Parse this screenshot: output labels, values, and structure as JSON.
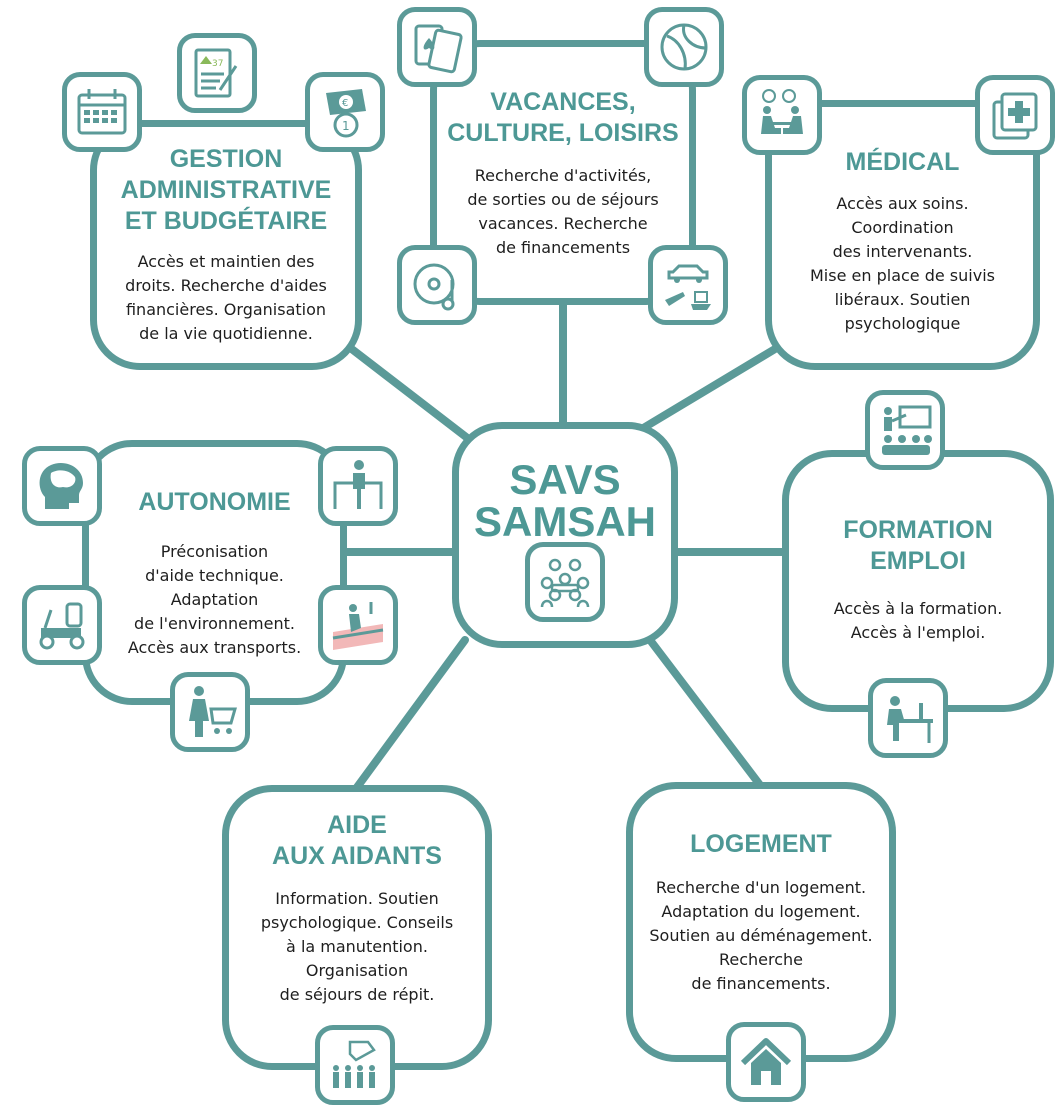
{
  "center": {
    "title": "SAVS\nSAMSAH"
  },
  "nodes": {
    "gestion": {
      "title": "GESTION\nADMINISTRATIVE\nET BUDGÉTAIRE",
      "desc": "Accès et maintien des\ndroits. Recherche d'aides\nfinancières. Organisation\nde la vie quotidienne."
    },
    "vacances": {
      "title": "VACANCES,\nCULTURE, LOISIRS",
      "desc": "Recherche d'activités,\nde sorties ou de séjours\nvacances. Recherche\nde financements"
    },
    "medical": {
      "title": "MÉDICAL",
      "desc": "Accès aux soins.\nCoordination\ndes intervenants.\nMise en place de suivis\nlibéraux. Soutien\npsychologique"
    },
    "autonomie": {
      "title": "AUTONOMIE",
      "desc": "Préconisation\nd'aide technique.\nAdaptation\nde l'environnement.\nAccès aux transports."
    },
    "formation": {
      "title": "FORMATION\nEMPLOI",
      "desc": "Accès à la formation.\nAccès à l'emploi."
    },
    "aidants": {
      "title": "AIDE\nAUX AIDANTS",
      "desc": "Information. Soutien\npsychologique. Conseils\nà la manutention.\nOrganisation\nde séjours de répit."
    },
    "logement": {
      "title": "LOGEMENT",
      "desc": "Recherche d'un logement.\nAdaptation du logement.\nSoutien au déménagement.\nRecherche\nde financements."
    }
  },
  "icons": {
    "badge_number": "37",
    "names": [
      "calendar-icon",
      "document-pen-icon",
      "currency-icon",
      "playing-cards-icon",
      "beach-ball-icon",
      "music-disc-icon",
      "travel-icon",
      "consultation-icon",
      "medical-kit-icon",
      "brain-icon",
      "walking-frame-icon",
      "mobility-scooter-icon",
      "stair-lift-icon",
      "shopping-cart-icon",
      "training-icon",
      "office-worker-icon",
      "meeting-group-icon",
      "family-hands-icon",
      "house-icon"
    ]
  },
  "colors": {
    "accent": "#5b9a98",
    "title": "#4d9895",
    "text": "#1e1e1e"
  }
}
